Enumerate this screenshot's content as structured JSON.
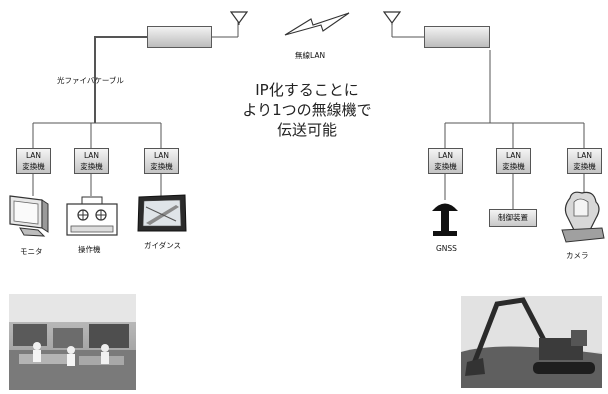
{
  "labels": {
    "wireless_lan": "無線LAN",
    "fiber_cable": "光ファイバケーブル",
    "main_message": [
      "IP化することに",
      "より1つの無線機で",
      "伝送可能"
    ],
    "lan_converter": [
      "LAN",
      "変換機"
    ],
    "monitor": "モニタ",
    "operation_unit": "操作機",
    "guidance": "ガイダンス",
    "gnss": "GNSS",
    "control_device": "制御装置",
    "camera": "カメラ"
  },
  "colors": {
    "line": "#555555",
    "device_fill_light": "#f2f2f2",
    "device_fill_dark": "#bcbcbc"
  }
}
